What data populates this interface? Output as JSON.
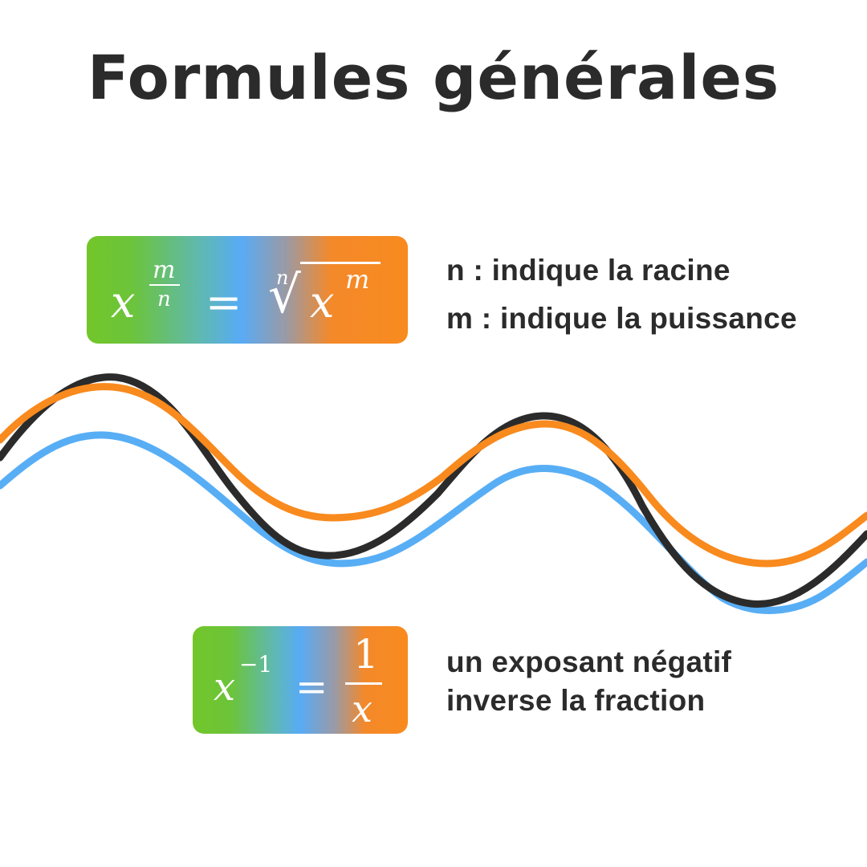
{
  "title": "Formules générales",
  "colors": {
    "text": "#2b2b2b",
    "green": "#6cc52d",
    "blue": "#58aef5",
    "orange": "#f88a1e",
    "black_wave": "#2b2b2b"
  },
  "formula1": {
    "base": "x",
    "exp_numerator": "m",
    "exp_denominator": "n",
    "equals": "=",
    "root_index": "n",
    "radical": "√",
    "radicand_base": "x",
    "radicand_exp": "m"
  },
  "formula2": {
    "base": "x",
    "exponent": "−1",
    "equals": "=",
    "numerator": "1",
    "denominator": "x"
  },
  "notes": {
    "n_line": "n : indique la racine",
    "m_line": "m : indique la puissance",
    "neg_line1": "un exposant négatif",
    "neg_line2": "inverse la fraction"
  }
}
